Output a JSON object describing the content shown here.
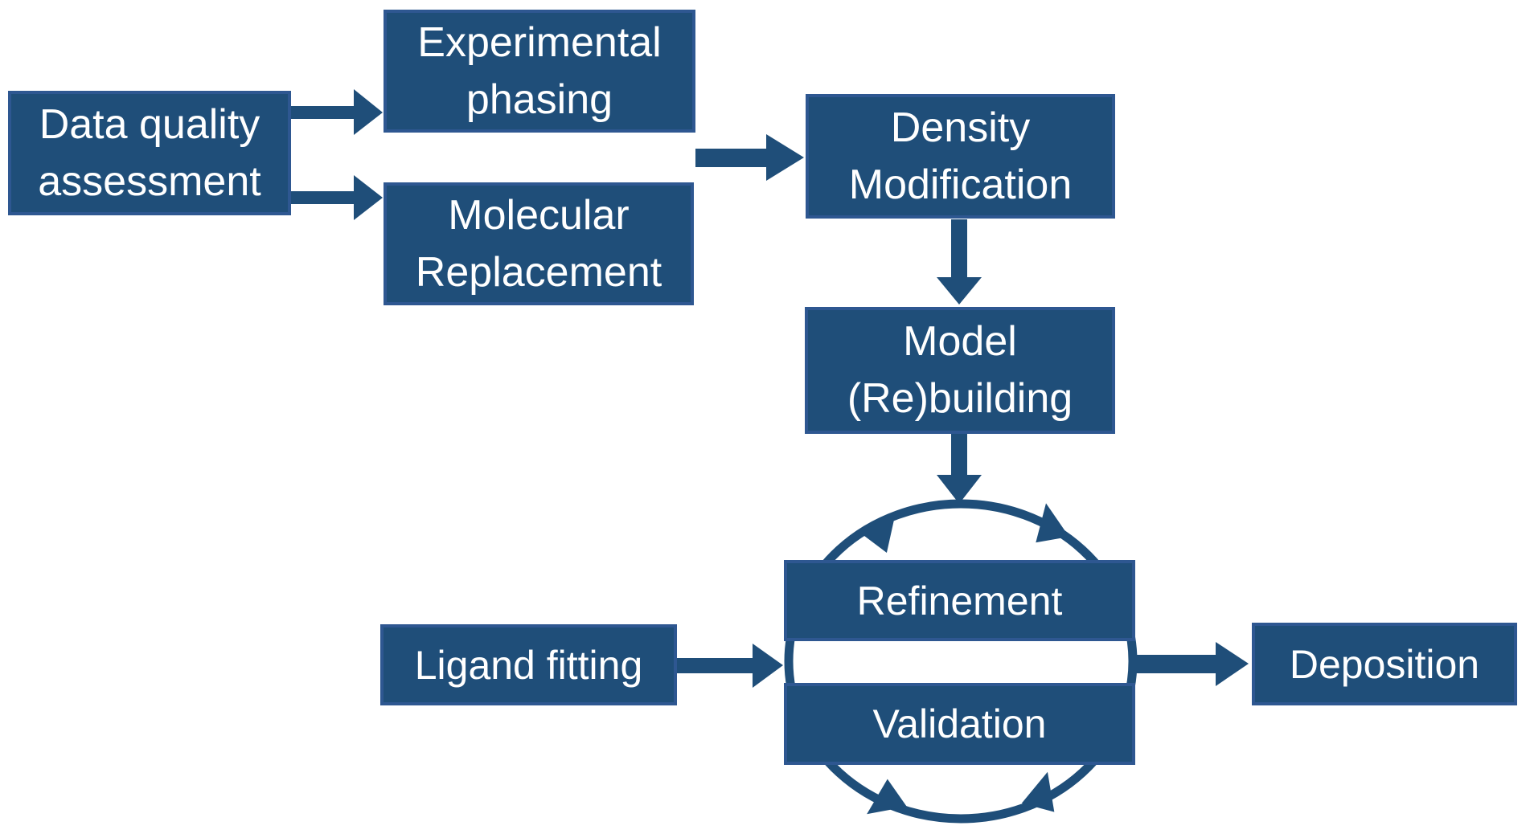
{
  "colors": {
    "box_fill": "#1F4E79",
    "box_border": "#2E5791",
    "arrow_color": "#1F4E79",
    "text_color": "#FFFFFF",
    "background": "#FFFFFF"
  },
  "boxes": {
    "data_quality": {
      "lines": [
        "Data quality",
        "assessment"
      ]
    },
    "experimental_phasing": {
      "lines": [
        "Experimental",
        "phasing"
      ]
    },
    "molecular_replacement": {
      "lines": [
        "Molecular",
        "Replacement"
      ]
    },
    "density_modification": {
      "lines": [
        "Density",
        "Modification"
      ]
    },
    "model_rebuilding": {
      "lines": [
        "Model",
        "(Re)building"
      ]
    },
    "refinement": {
      "lines": [
        "Refinement"
      ]
    },
    "validation": {
      "lines": [
        "Validation"
      ]
    },
    "ligand_fitting": {
      "lines": [
        "Ligand fitting"
      ]
    },
    "deposition": {
      "lines": [
        "Deposition"
      ]
    }
  },
  "connections": [
    {
      "from": "Data quality assessment",
      "to": "Experimental phasing"
    },
    {
      "from": "Data quality assessment",
      "to": "Molecular Replacement"
    },
    {
      "from": "Experimental phasing / Molecular Replacement",
      "to": "Density Modification"
    },
    {
      "from": "Density Modification",
      "to": "Model (Re)building"
    },
    {
      "from": "Model (Re)building",
      "to": "Refinement / Validation cycle"
    },
    {
      "from": "Ligand fitting",
      "to": "Refinement / Validation cycle"
    },
    {
      "from": "Refinement / Validation cycle",
      "to": "Deposition"
    }
  ]
}
